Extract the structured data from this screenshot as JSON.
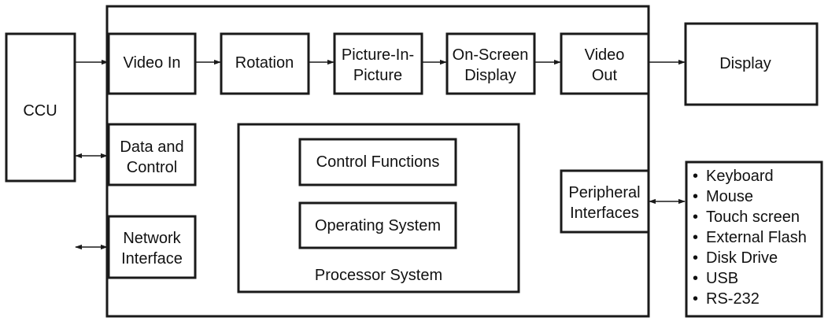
{
  "blocks": {
    "ccu": "CCU",
    "video_in": "Video In",
    "rotation": "Rotation",
    "pip_line1": "Picture-In-",
    "pip_line2": "Picture",
    "osd_line1": "On-Screen",
    "osd_line2": "Display",
    "video_out_line1": "Video",
    "video_out_line2": "Out",
    "display": "Display",
    "data_control_line1": "Data and",
    "data_control_line2": "Control",
    "network_line1": "Network",
    "network_line2": "Interface",
    "control_functions": "Control Functions",
    "operating_system": "Operating System",
    "processor_system": "Processor System",
    "peripheral_line1": "Peripheral",
    "peripheral_line2": "Interfaces"
  },
  "peripherals": {
    "bullet": "•",
    "items": [
      "Keyboard",
      "Mouse",
      "Touch screen",
      "External Flash",
      "Disk Drive",
      "USB",
      "RS-232"
    ]
  }
}
